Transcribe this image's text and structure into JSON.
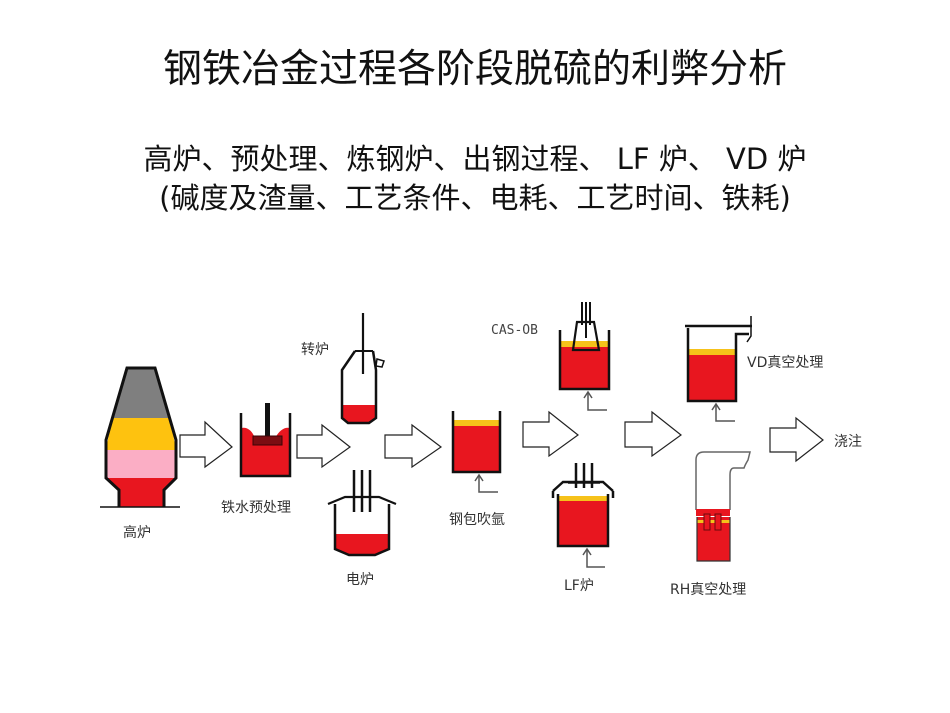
{
  "slide": {
    "title": "钢铁冶金过程各阶段脱硫的利弊分析",
    "subtitle_line1": "高炉、预处理、炼钢炉、出钢过程、 LF 炉、 VD 炉",
    "subtitle_line2": "(碱度及渣量、工艺条件、电耗、工艺时间、铁耗)"
  },
  "diagram": {
    "colors": {
      "molten_metal": "#e8161f",
      "slag": "#f6c21a",
      "blast_furnace_top": "#7f7f7f",
      "blast_furnace_yellow": "#fec20f",
      "blast_furnace_pink": "#fbaec5",
      "stirrer": "#7a0d12",
      "outline": "#111111"
    },
    "labels": {
      "blast_furnace": "高炉",
      "hot_metal_pretreatment": "铁水预处理",
      "converter": "转炉",
      "electric_furnace": "电炉",
      "ladle_argon": "钢包吹氩",
      "cas_ob": "CAS-OB",
      "lf_furnace": "LF炉",
      "vd_vacuum": "VD真空处理",
      "rh_vacuum": "RH真空处理",
      "casting": "浇注"
    }
  }
}
